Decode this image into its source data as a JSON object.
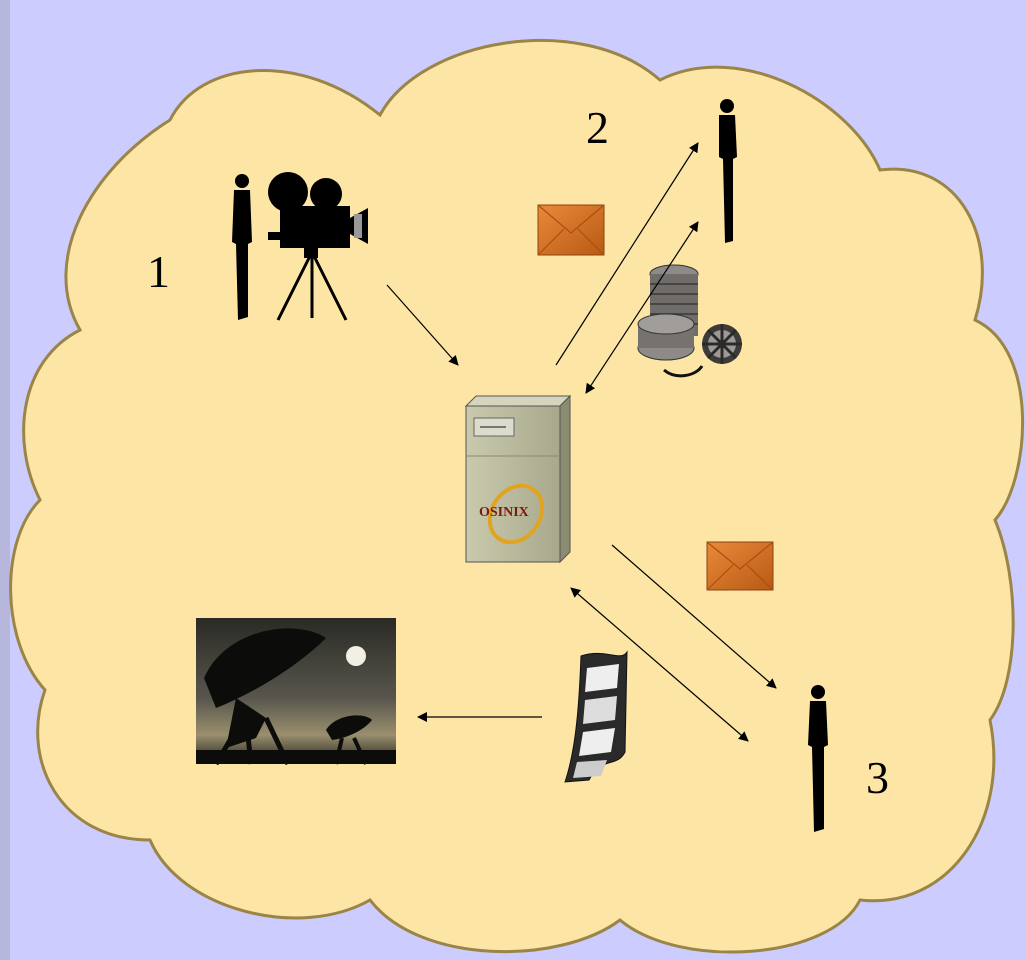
{
  "labels": {
    "actor_1": "1",
    "actor_2": "2",
    "actor_3": "3",
    "server_logo": "OSINIX"
  },
  "colors": {
    "background": "#ccccff",
    "cloud_fill": "#fde5a5",
    "cloud_stroke": "#9a8446",
    "server_body": "#b5b599",
    "envelope": "#d86f1e",
    "arrow": "#000000"
  },
  "icons": [
    "person-silhouette-icon",
    "movie-camera-icon",
    "server-icon",
    "envelope-icon",
    "film-reels-icon",
    "film-strip-icon",
    "satellite-dish-photo"
  ]
}
